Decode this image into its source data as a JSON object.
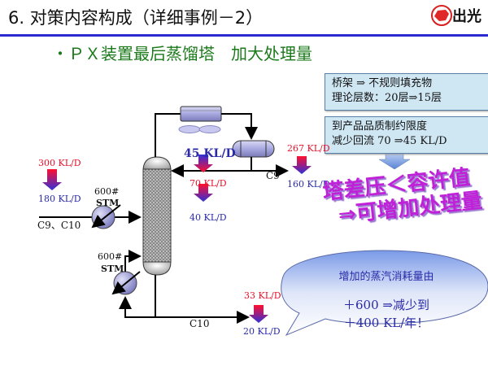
{
  "header": {
    "title": "6. 对策内容构成（详细事例－2）",
    "subtitle": "・ＰＸ装置最后蒸馏塔　加大处理量",
    "logo_text": "出光",
    "accent_color": "#2a2ad0"
  },
  "info_boxes": [
    {
      "line1": "桥架 ⇒ 不规则填充物",
      "line2": "理论层数：20层⇒15层"
    },
    {
      "line1": "到产品品质制约限度",
      "line2": "减少回流 70 ⇒45 KL/D"
    }
  ],
  "flows": {
    "feed": {
      "after": "300 KL/D",
      "before": "180 KL/D",
      "stream": "C9、C10"
    },
    "reboiler_top": {
      "steam": "600#",
      "steam_label": "STM"
    },
    "reboiler_bottom": {
      "steam": "600#",
      "steam_label": "STM"
    },
    "reflux": {
      "after": "45 KL/D",
      "before": "70 KL/D"
    },
    "reflux_lower": {
      "after": "70 KL/D",
      "before": "40 KL/D"
    },
    "c9_product": {
      "after": "267 KL/D",
      "before": "160 KL/D",
      "stream": "C9"
    },
    "c10_product": {
      "after": "33 KL/D",
      "before": "20 KL/D",
      "stream": "C10"
    }
  },
  "conclusion": {
    "line1": "塔差压＜容许值",
    "line2": "⇒可增加处理量"
  },
  "bubble": {
    "line1": "增加的蒸汽消耗量由",
    "line2": "＋600 ⇒减少到",
    "line3": "＋400 KL/年！"
  },
  "colors": {
    "increase_red": "#e8102a",
    "before_blue": "#2a2aa8",
    "highlight_purple": "#c020d8"
  }
}
